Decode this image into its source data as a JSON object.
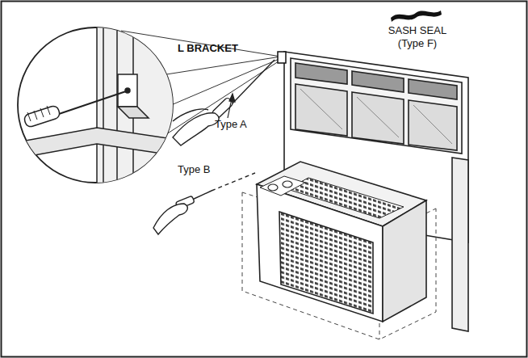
{
  "diagram": {
    "labels": [
      "L BRACKET",
      "SASH SEAL (Type F)",
      "Type A",
      "Type B"
    ]
  }
}
